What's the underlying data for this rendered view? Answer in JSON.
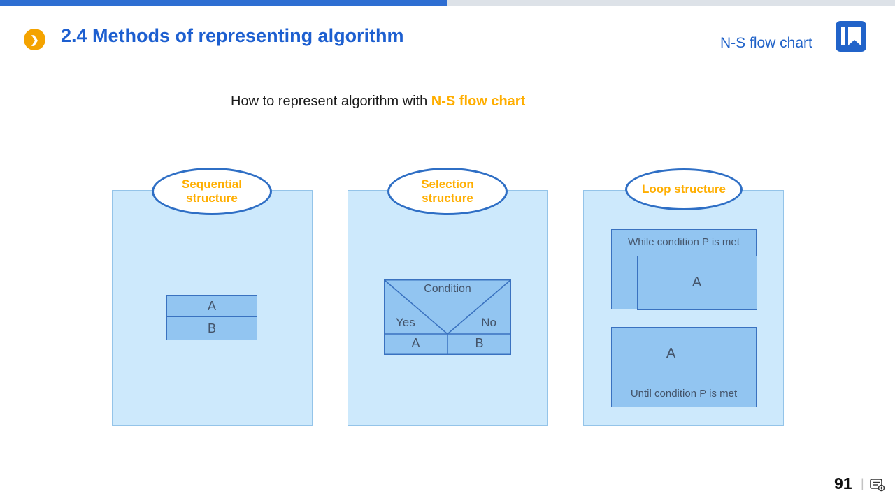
{
  "header": {
    "title": "2.4 Methods of representing algorithm",
    "corner_label": "N-S flow chart"
  },
  "subtitle": {
    "prefix": "How to represent algorithm with ",
    "highlight": "N-S flow chart"
  },
  "panels": [
    {
      "label": "Sequential structure",
      "box_a": "A",
      "box_b": "B"
    },
    {
      "label": "Selection structure",
      "condition": "Condition",
      "yes": "Yes",
      "no": "No",
      "branch_a": "A",
      "branch_b": "B"
    },
    {
      "label": "Loop structure",
      "while_text": "While condition P is met",
      "while_body": "A",
      "until_body": "A",
      "until_text": "Until condition P is met"
    }
  ],
  "footer": {
    "page_number": "91",
    "divider": "|"
  },
  "icons": {
    "chevron_bullet": "❯"
  },
  "colors": {
    "topbar_blue": "#2e6ed2",
    "title_blue": "#1d5fd0",
    "accent_orange": "#ffae00",
    "bullet_orange": "#f4a300",
    "panel_fill": "#cde9fc",
    "box_fill": "#92c5f1",
    "box_border": "#3a72c0",
    "box_text": "#44546a",
    "ellipse_border": "#2f6fc5"
  }
}
